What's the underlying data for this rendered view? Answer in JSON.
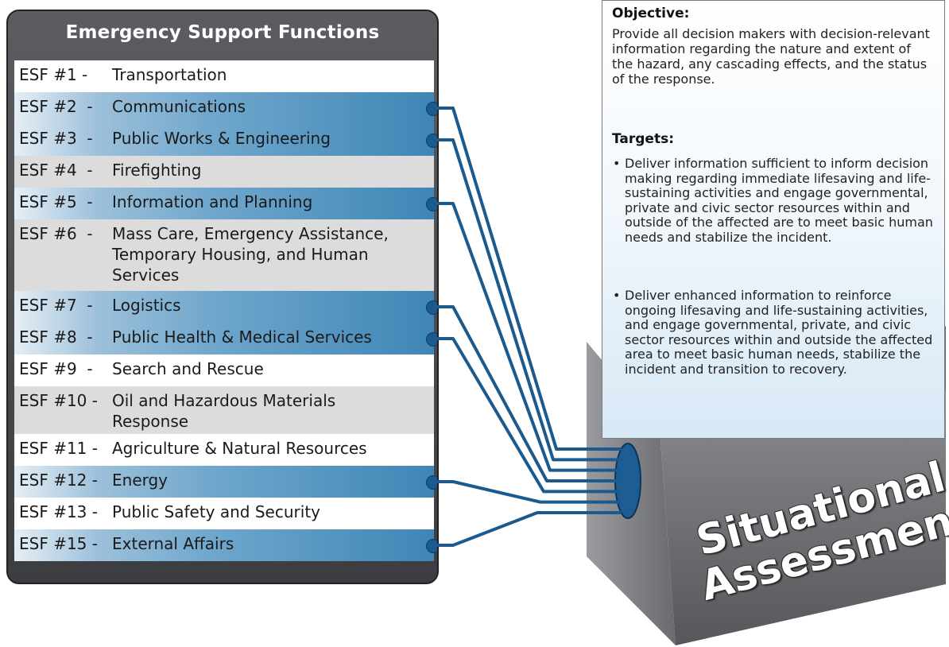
{
  "esf_panel": {
    "title": "Emergency Support Functions",
    "rows": [
      {
        "num": "ESF #1 -",
        "name": "Transportation",
        "style": "white",
        "connected": false
      },
      {
        "num": "ESF #2  -",
        "name": "Communications",
        "style": "blue",
        "connected": true
      },
      {
        "num": "ESF #3  -",
        "name": "Public Works & Engineering",
        "style": "blue",
        "connected": true
      },
      {
        "num": "ESF #4  -",
        "name": "Firefighting",
        "style": "gray",
        "connected": false
      },
      {
        "num": "ESF #5  -",
        "name": "Information and Planning",
        "style": "blue",
        "connected": true
      },
      {
        "num": "ESF #6  -",
        "name": "Mass Care, Emergency Assistance,\nTemporary Housing, and Human\nServices",
        "style": "gray",
        "connected": false
      },
      {
        "num": "ESF #7  -",
        "name": "Logistics",
        "style": "blue",
        "connected": true
      },
      {
        "num": "ESF #8  -",
        "name": "Public Health & Medical Services",
        "style": "blue",
        "connected": true
      },
      {
        "num": "ESF #9  -",
        "name": "Search and Rescue",
        "style": "white",
        "connected": false
      },
      {
        "num": "ESF #10 -",
        "name": "Oil and Hazardous Materials\nResponse",
        "style": "gray",
        "connected": false
      },
      {
        "num": "ESF #11 -",
        "name": "Agriculture & Natural Resources",
        "style": "white",
        "connected": false
      },
      {
        "num": "ESF #12 -",
        "name": "Energy",
        "style": "blue",
        "connected": true
      },
      {
        "num": "ESF #13 -",
        "name": "Public Safety and Security",
        "style": "white",
        "connected": false
      },
      {
        "num": "ESF #15 -",
        "name": "External Affairs",
        "style": "blue",
        "connected": true
      }
    ]
  },
  "info_panel": {
    "objective_title": "Objective:",
    "objective_text": "Provide all decision makers with decision-relevant information regarding the nature and extent of the hazard, any cascading effects, and the status of the response.",
    "targets_title": "Targets:",
    "targets": [
      "Deliver information sufficient to inform decision making regarding immediate lifesaving and life-sustaining activities and engage governmental, private and civic sector resources within and outside of the affected are to meet basic human needs and stabilize the incident.",
      "Deliver enhanced information to reinforce ongoing lifesaving and life-sustaining activities, and engage governmental, private, and civic sector resources within and outside the affected area to meet basic human needs, stabilize the incident and transition to recovery."
    ]
  },
  "box_label": "Situational Assessment",
  "colors": {
    "panel_dark": "#4a4b50",
    "row_blue": "#3f86b6",
    "row_gray": "#dcdcdc",
    "connector": "#1b5a8e",
    "box_gray": "#6e6f73"
  }
}
